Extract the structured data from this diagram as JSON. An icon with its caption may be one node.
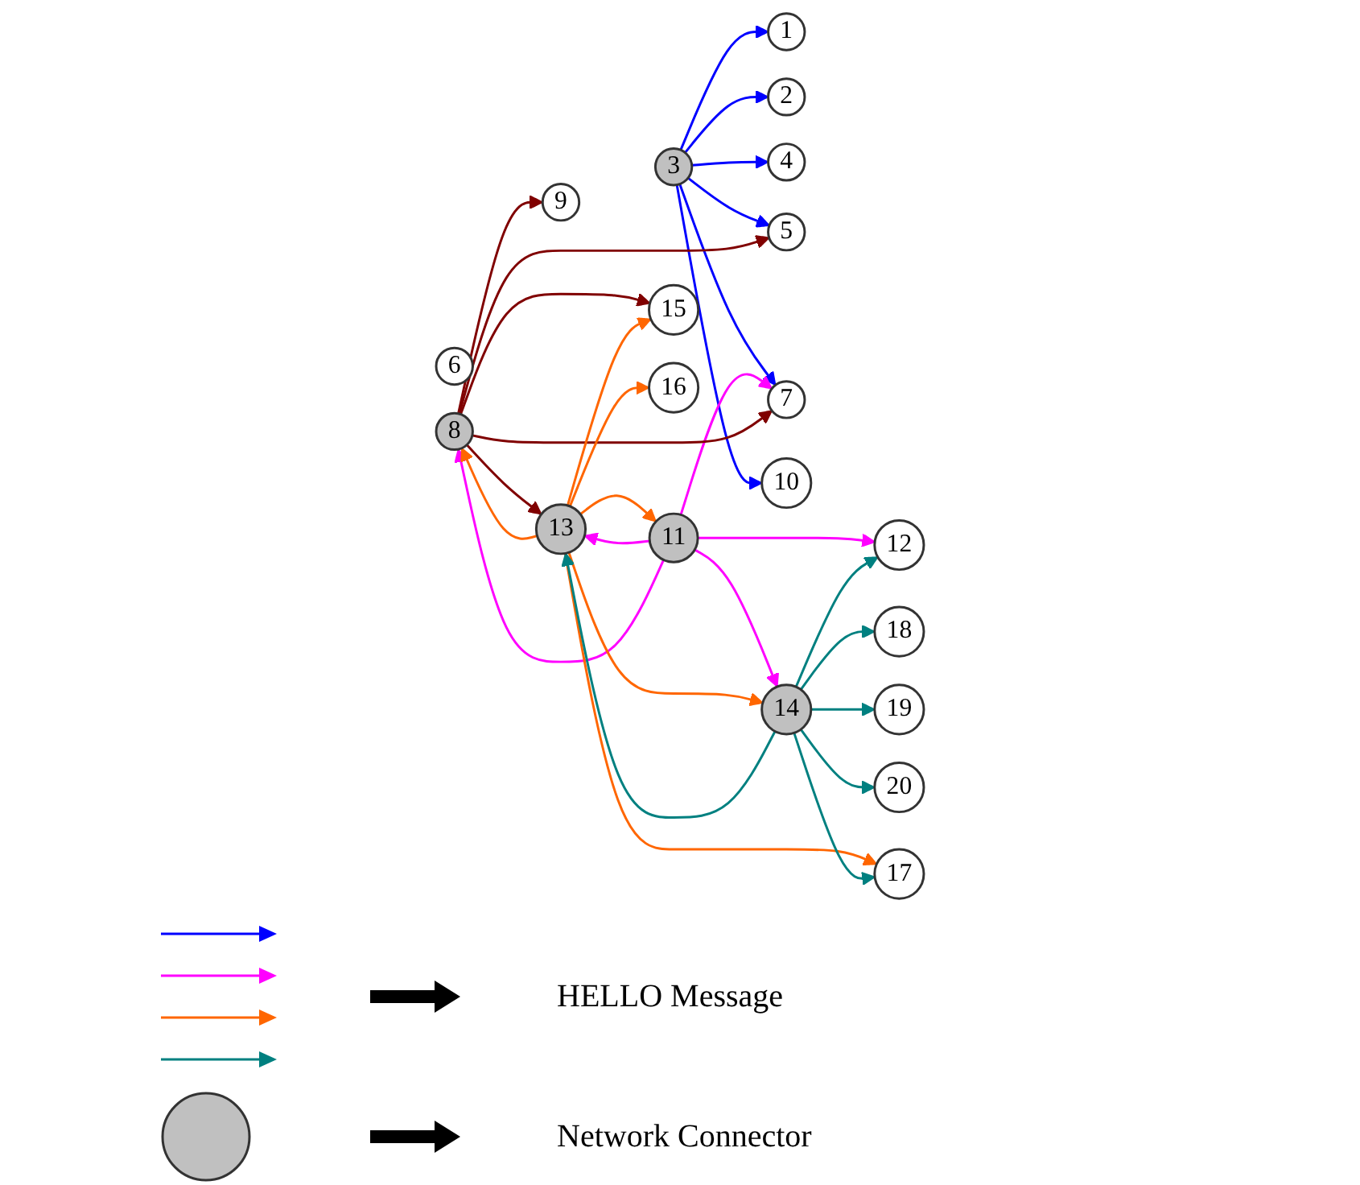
{
  "diagram": {
    "nodes": [
      {
        "text": [
          "1"
        ]
      },
      {
        "text": [
          "2"
        ]
      },
      {
        "text": [
          "3"
        ]
      },
      {
        "text": [
          "4"
        ]
      },
      {
        "text": [
          "5"
        ]
      },
      {
        "text": [
          "6"
        ]
      },
      {
        "text": [
          "7"
        ]
      },
      {
        "text": [
          "8"
        ]
      },
      {
        "text": [
          "9"
        ]
      },
      {
        "text": [
          "10"
        ]
      },
      {
        "text": [
          "11"
        ]
      },
      {
        "text": [
          "12"
        ]
      },
      {
        "text": [
          "13"
        ]
      },
      {
        "text": [
          "14"
        ]
      },
      {
        "text": [
          "15"
        ]
      },
      {
        "text": [
          "16"
        ]
      },
      {
        "text": [
          "17"
        ]
      },
      {
        "text": [
          "18"
        ]
      },
      {
        "text": [
          "19"
        ]
      },
      {
        "text": [
          "20"
        ]
      }
    ],
    "edges": [
      {
        "from": 2,
        "to": 0,
        "arrow": "to",
        "color": "#0000ff"
      },
      {
        "from": 2,
        "to": 1,
        "arrow": "to",
        "color": "#0000ff"
      },
      {
        "from": 2,
        "to": 3,
        "arrow": "to",
        "color": "#0000ff"
      },
      {
        "from": 2,
        "to": 9,
        "arrow": "to",
        "color": "#0000ff"
      },
      {
        "from": 2,
        "to": 6,
        "arrow": "to",
        "color": "#0000ff"
      },
      {
        "from": 2,
        "to": 4,
        "arrow": "to",
        "color": "#0000ff"
      },
      {
        "from": 10,
        "to": 11,
        "arrow": "to",
        "color": "#ff00ff"
      },
      {
        "from": 10,
        "to": 6,
        "arrow": "to",
        "color": "#ff00ff"
      },
      {
        "from": 10,
        "to": 13,
        "arrow": "to",
        "color": "#ff00ff"
      },
      {
        "from": 10,
        "to": 12,
        "arrow": "to",
        "color": "#ff00ff"
      },
      {
        "from": 10,
        "to": 7,
        "arrow": "to",
        "color": "#ff00ff"
      },
      {
        "from": 7,
        "to": 6,
        "arrow": "to",
        "color": "#800000"
      },
      {
        "from": 7,
        "to": 4,
        "arrow": "to",
        "color": "#800000"
      },
      {
        "from": 7,
        "to": 12,
        "arrow": "to",
        "color": "#800000"
      },
      {
        "from": 7,
        "to": 8,
        "arrow": "to",
        "color": "#800000"
      },
      {
        "from": 7,
        "to": 14,
        "arrow": "to",
        "color": "#800000"
      },
      {
        "from": 12,
        "to": 10,
        "arrow": "to",
        "color": "#ff6600"
      },
      {
        "from": 12,
        "to": 13,
        "arrow": "to",
        "color": "#ff6600"
      },
      {
        "from": 12,
        "to": 7,
        "arrow": "to",
        "color": "#ff6600"
      },
      {
        "from": 12,
        "to": 16,
        "arrow": "to",
        "color": "#ff6600"
      },
      {
        "from": 12,
        "to": 14,
        "arrow": "to",
        "color": "#ff6600"
      },
      {
        "from": 12,
        "to": 15,
        "arrow": "to",
        "color": "#ff6600"
      },
      {
        "from": 13,
        "to": 11,
        "arrow": "to",
        "color": "#008080"
      },
      {
        "from": 13,
        "to": 17,
        "arrow": "to",
        "color": "#008080"
      },
      {
        "from": 13,
        "to": 18,
        "arrow": "to",
        "color": "#008080"
      },
      {
        "from": 13,
        "to": 19,
        "arrow": "to",
        "color": "#008080"
      },
      {
        "from": 13,
        "to": 16,
        "arrow": "to",
        "color": "#008080"
      },
      {
        "from": 13,
        "to": 12,
        "arrow": "to",
        "color": "#008080"
      }
    ],
    "legend": [
      {
        "text": "HELLO Message"
      },
      {
        "text": "Network Connector"
      }
    ]
  }
}
